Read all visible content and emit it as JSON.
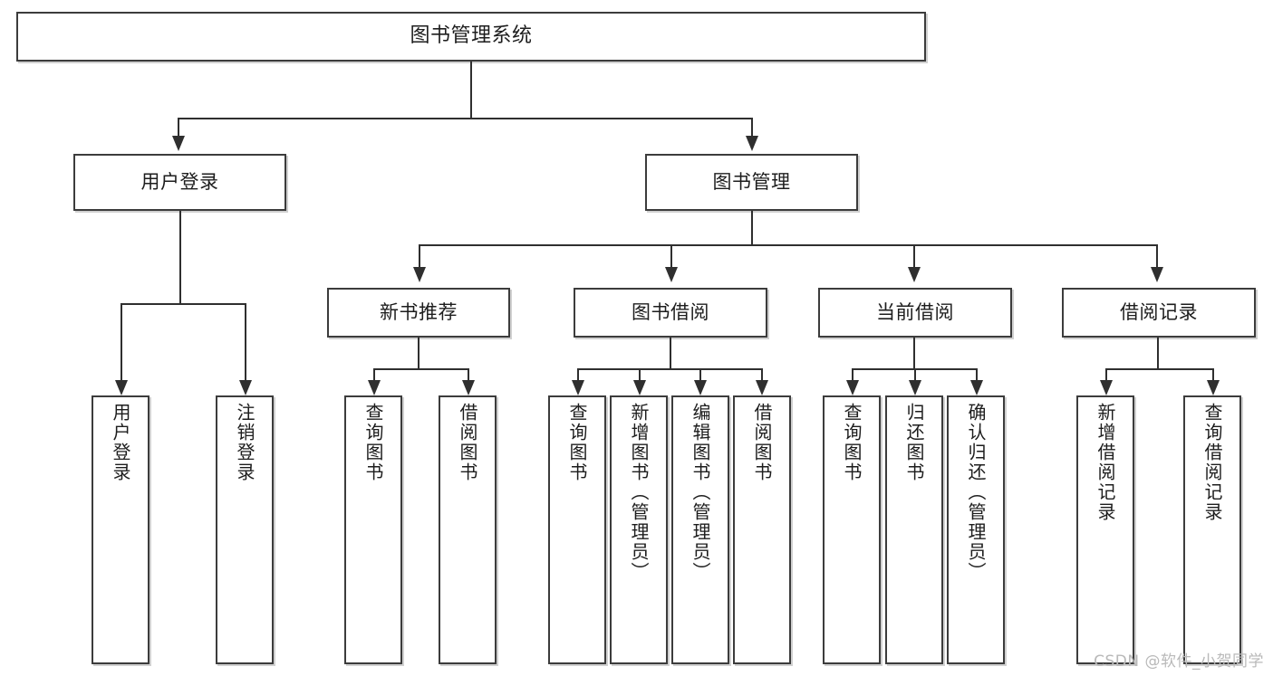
{
  "diagram": {
    "type": "tree",
    "title": "图书管理系统",
    "watermark": "CSDN @软件_小贺同学",
    "colors": {
      "border": "#3c3c3c",
      "connector": "#2f2f2f",
      "background": "#ffffff",
      "text": "#1d1d1d",
      "watermark": "#b9b9b9"
    },
    "nodes": {
      "root": {
        "label": "图书管理系统"
      },
      "level2": [
        {
          "label": "用户登录"
        },
        {
          "label": "图书管理"
        }
      ],
      "level3": [
        {
          "label": "新书推荐"
        },
        {
          "label": "图书借阅"
        },
        {
          "label": "当前借阅"
        },
        {
          "label": "借阅记录"
        }
      ],
      "leaves": {
        "user_login": [
          {
            "label": "用户登录"
          },
          {
            "label": "注销登录"
          }
        ],
        "new_book_recommend": [
          {
            "label": "查询图书"
          },
          {
            "label": "借阅图书"
          }
        ],
        "book_borrow": [
          {
            "label": "查询图书"
          },
          {
            "label": "新增图书（管理员）"
          },
          {
            "label": "编辑图书（管理员）"
          },
          {
            "label": "借阅图书"
          }
        ],
        "current_borrow": [
          {
            "label": "查询图书"
          },
          {
            "label": "归还图书"
          },
          {
            "label": "确认归还（管理员）"
          }
        ],
        "borrow_record": [
          {
            "label": "新增借阅记录"
          },
          {
            "label": "查询借阅记录"
          }
        ]
      }
    }
  }
}
